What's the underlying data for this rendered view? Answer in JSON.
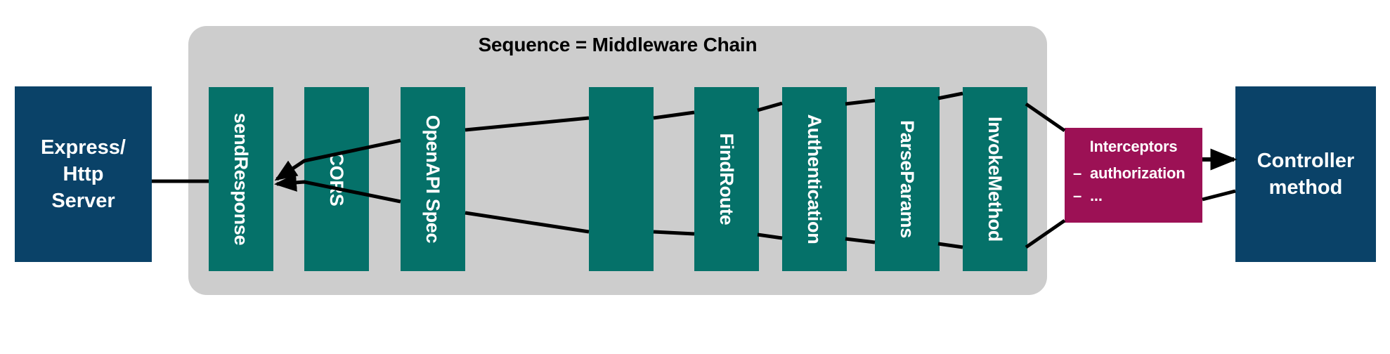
{
  "diagram": {
    "title": "Sequence = Middleware Chain",
    "colors": {
      "panel_gray": "#cdcdcd",
      "endpoint_blue": "#0a4268",
      "middleware_teal": "#057169",
      "interceptors_magenta": "#9c1155",
      "wire_black": "#000000",
      "text_white": "#ffffff"
    },
    "left_endpoint": {
      "label": "Express/\nHttp\nServer",
      "lines": [
        "Express/",
        "Http",
        "Server"
      ]
    },
    "right_endpoint": {
      "label": "Controller\nmethod",
      "lines": [
        "Controller",
        "method"
      ]
    },
    "middleware": [
      {
        "id": "sendresponse",
        "label": "sendResponse"
      },
      {
        "id": "cors",
        "label": "CORS"
      },
      {
        "id": "openapi-spec",
        "label": "OpenAPI Spec"
      },
      {
        "id": "unlabeled",
        "label": ""
      },
      {
        "id": "findroute",
        "label": "FindRoute"
      },
      {
        "id": "authentication",
        "label": "Authentication"
      },
      {
        "id": "parseparams",
        "label": "ParseParams"
      },
      {
        "id": "invokemethod",
        "label": "InvokeMethod"
      }
    ],
    "interceptors": {
      "title": "Interceptors",
      "items": [
        "authorization",
        "..."
      ],
      "bullet": "–"
    }
  }
}
